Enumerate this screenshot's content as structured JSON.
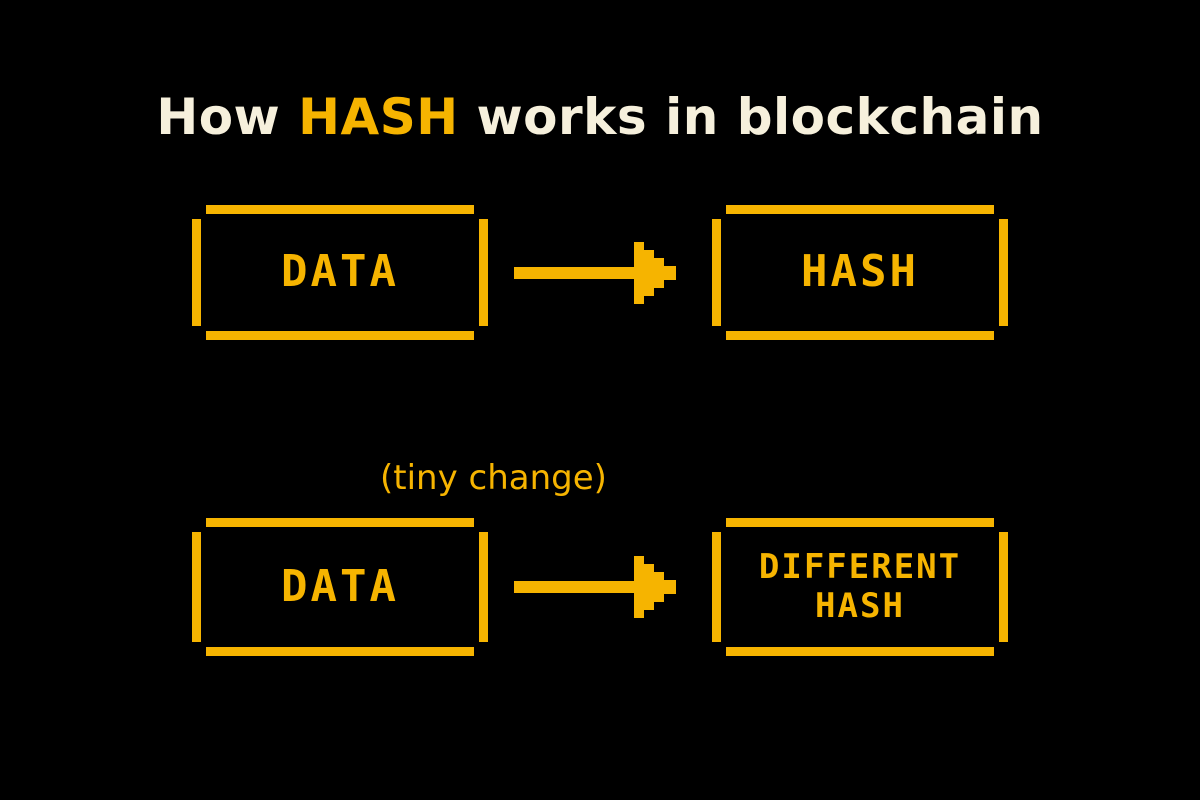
{
  "title": {
    "prefix": "How ",
    "highlight": "HASH",
    "suffix": " works in blockchain"
  },
  "rows": [
    {
      "input_label": "DATA",
      "output_label": "HASH"
    },
    {
      "note": "(tiny change)",
      "input_label": "DATA",
      "output_label": "DIFFERENT\nHASH"
    }
  ],
  "colors": {
    "background": "#000000",
    "accent": "#f6b400",
    "title_text": "#f6f0dc"
  }
}
